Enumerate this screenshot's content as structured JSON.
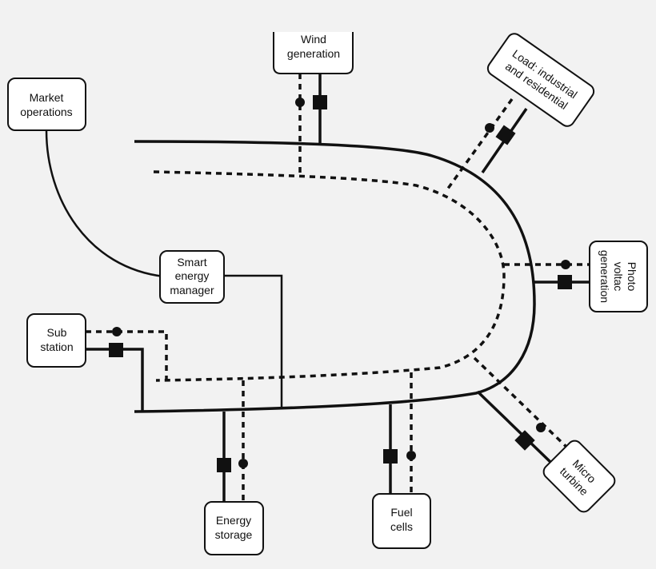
{
  "nodes": {
    "wind": [
      "Wind",
      "generation"
    ],
    "load": [
      "Load: industrial",
      "and residential"
    ],
    "market": [
      "Market",
      "operations"
    ],
    "sem": [
      "Smart",
      "energy",
      "manager"
    ],
    "photo": [
      "Photo",
      "voltac",
      "generation"
    ],
    "sub": [
      "Sub",
      "station"
    ],
    "micro": [
      "Micro",
      "turbine"
    ],
    "storage": [
      "Energy",
      "storage"
    ],
    "fuel": [
      "Fuel",
      "cells"
    ]
  },
  "colors": {
    "line": "#111111",
    "box_fill": "#ffffff",
    "background": "#f2f2f2"
  }
}
